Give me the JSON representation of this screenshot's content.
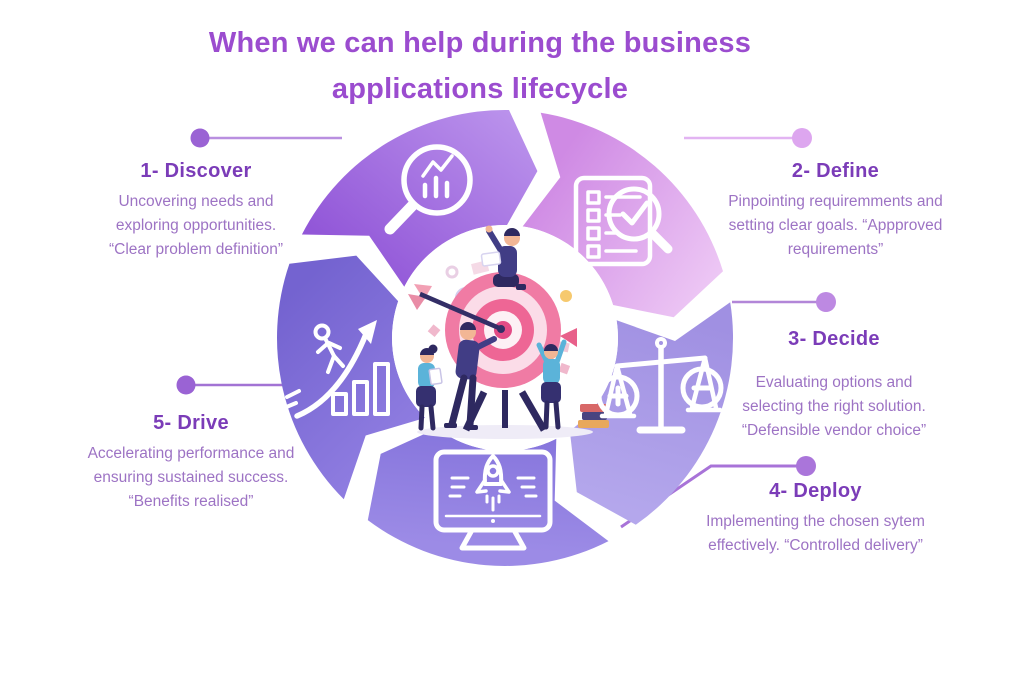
{
  "title": {
    "line1": "When we can help during the business",
    "line2": "applications lifecycle"
  },
  "stages": [
    {
      "id": "discover",
      "heading": "1- Discover",
      "lines": [
        "Uncovering needs and",
        "exploring opportunities.",
        "“Clear problem definition”"
      ],
      "icon": "magnifier-chart-icon",
      "segment_gradient": {
        "start": "#bb93ec",
        "end": "#9257d8"
      },
      "dot_color": "#9a63d4",
      "line_color": "#b98fe0"
    },
    {
      "id": "define",
      "heading": "2- Define",
      "lines": [
        "Pinpointing requiremments and",
        "setting clear goals. “Appproved",
        "requirements”"
      ],
      "icon": "checklist-magnifier-icon",
      "segment_gradient": {
        "start": "#cf8ae4",
        "end": "#eec9f5"
      },
      "dot_color": "#dda6ef",
      "line_color": "#e2b4f2"
    },
    {
      "id": "decide",
      "heading": "3- Decide",
      "lines": [
        "Evaluating options and",
        "selecting the right solution.",
        "“Defensible vendor choice”"
      ],
      "icon": "balance-scales-icon",
      "segment_gradient": {
        "start": "#a violet",
        "end": "#b4a7ec"
      },
      "dot_color": "#bd89e2",
      "line_color": "#b286d8"
    },
    {
      "id": "deploy",
      "heading": "4- Deploy",
      "lines": [
        "Implementing the chosen sytem",
        "effectively. “Controlled delivery”"
      ],
      "icon": "rocket-monitor-icon",
      "segment_gradient": {
        "start": "#8574dc",
        "end": "#9c8be6"
      },
      "dot_color": "#aa75da",
      "line_color": "#a873d8"
    },
    {
      "id": "drive",
      "heading": "5- Drive",
      "lines": [
        "Accelerating performance and",
        "ensuring sustained success.",
        "“Benefits realised”"
      ],
      "icon": "growth-arrow-icon",
      "segment_gradient": {
        "start": "#8e7ce0",
        "end": "#7463d0"
      },
      "icon_color": "#ffffff",
      "dot_color": "#9a63d4",
      "line_color": "#a273d4"
    }
  ],
  "center": {
    "illustration": "team-target-dartboard-illustration"
  },
  "colors": {
    "background": "#ffffff",
    "title_text": "#9b4ccf",
    "heading_text": "#7b3cb8",
    "body_text": "#9d73c4",
    "icon_stroke": "#ffffff",
    "target_pink": "#ee6695",
    "decide_gradient_start": "#a090e2"
  }
}
